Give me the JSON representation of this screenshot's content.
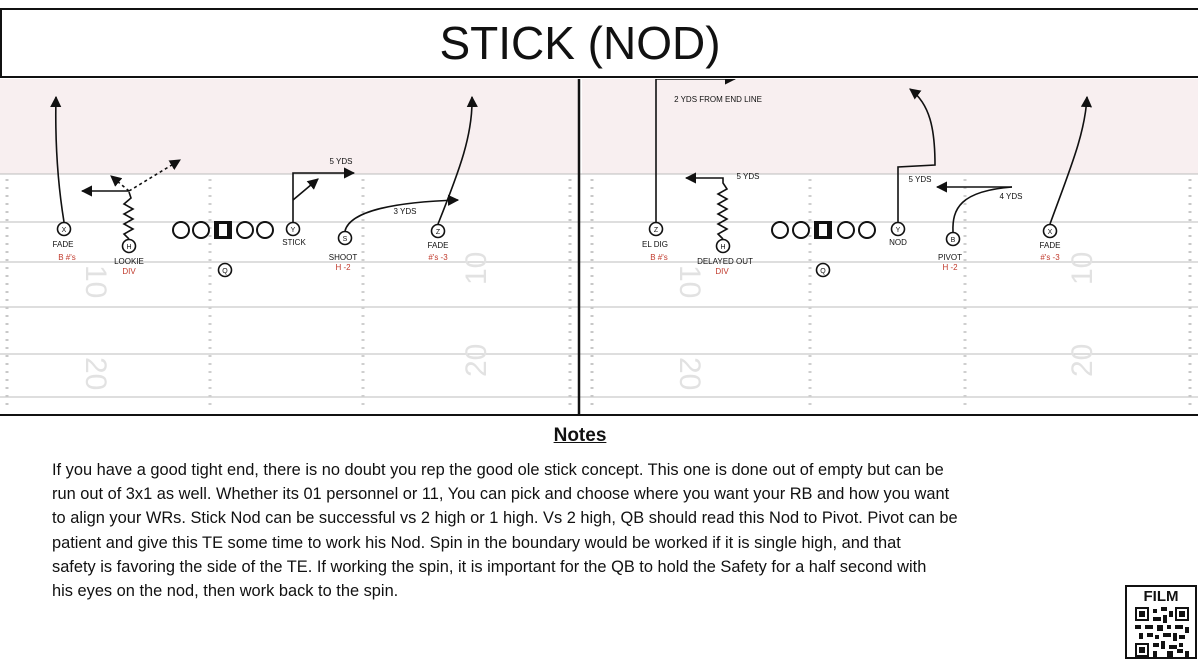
{
  "title": "STICK (NOD)",
  "colors": {
    "ink": "#111111",
    "route": "#111111",
    "tag": "#c0392b",
    "endzone": "#f8eff0",
    "yardline": "#bdbdbd"
  },
  "field": {
    "numbers": [
      "10",
      "20"
    ]
  },
  "plays": [
    {
      "players": [
        {
          "id": "x",
          "letter": "X"
        },
        {
          "id": "h",
          "letter": "H"
        },
        {
          "id": "y",
          "letter": "Y"
        },
        {
          "id": "s",
          "letter": "S"
        },
        {
          "id": "z",
          "letter": "Z"
        },
        {
          "id": "q",
          "letter": "Q"
        }
      ],
      "labels": {
        "x": "FADE",
        "x_tag": "B #'s",
        "h": "LOOKIE",
        "h_tag": "DIV",
        "y": "STICK",
        "y_depth": "5 YDS",
        "s": "SHOOT",
        "s_tag": "H -2",
        "s_depth": "3 YDS",
        "z": "FADE",
        "z_tag": "#'s -3"
      }
    },
    {
      "players": [
        {
          "id": "z",
          "letter": "Z"
        },
        {
          "id": "h",
          "letter": "H"
        },
        {
          "id": "y",
          "letter": "Y"
        },
        {
          "id": "b",
          "letter": "B"
        },
        {
          "id": "x",
          "letter": "X"
        },
        {
          "id": "q",
          "letter": "Q"
        }
      ],
      "labels": {
        "z": "EL DIG",
        "z_tag": "B #'s",
        "z_note": "2 YDS FROM END LINE",
        "h": "DELAYED OUT",
        "h_tag": "DIV",
        "h_depth": "5 YDS",
        "y": "NOD",
        "y_depth": "5 YDS",
        "b": "PIVOT",
        "b_tag": "H -2",
        "b_depth": "4 YDS",
        "x": "FADE",
        "x_tag": "#'s -3"
      }
    }
  ],
  "notes": {
    "heading": "Notes",
    "lines": [
      "If you have a good tight end, there is no doubt you rep the good ole stick concept. This one is done out of empty but can be",
      "run out of 3x1 as well. Whether its 01 personnel or 11, You can pick and choose where you want your RB and how you want",
      "to align your WRs. Stick Nod can be successful vs 2 high or 1 high. Vs 2 high, QB should read this Nod to Pivot. Pivot can be",
      "patient and give this TE some time to work his Nod. Spin in the boundary would be worked if it is single high, and that",
      "safety is favoring the side of the TE. If working the spin, it is important for the QB to hold the Safety for a half second with",
      "his eyes on the nod, then work back to the spin."
    ]
  },
  "film": {
    "label": "FILM"
  }
}
